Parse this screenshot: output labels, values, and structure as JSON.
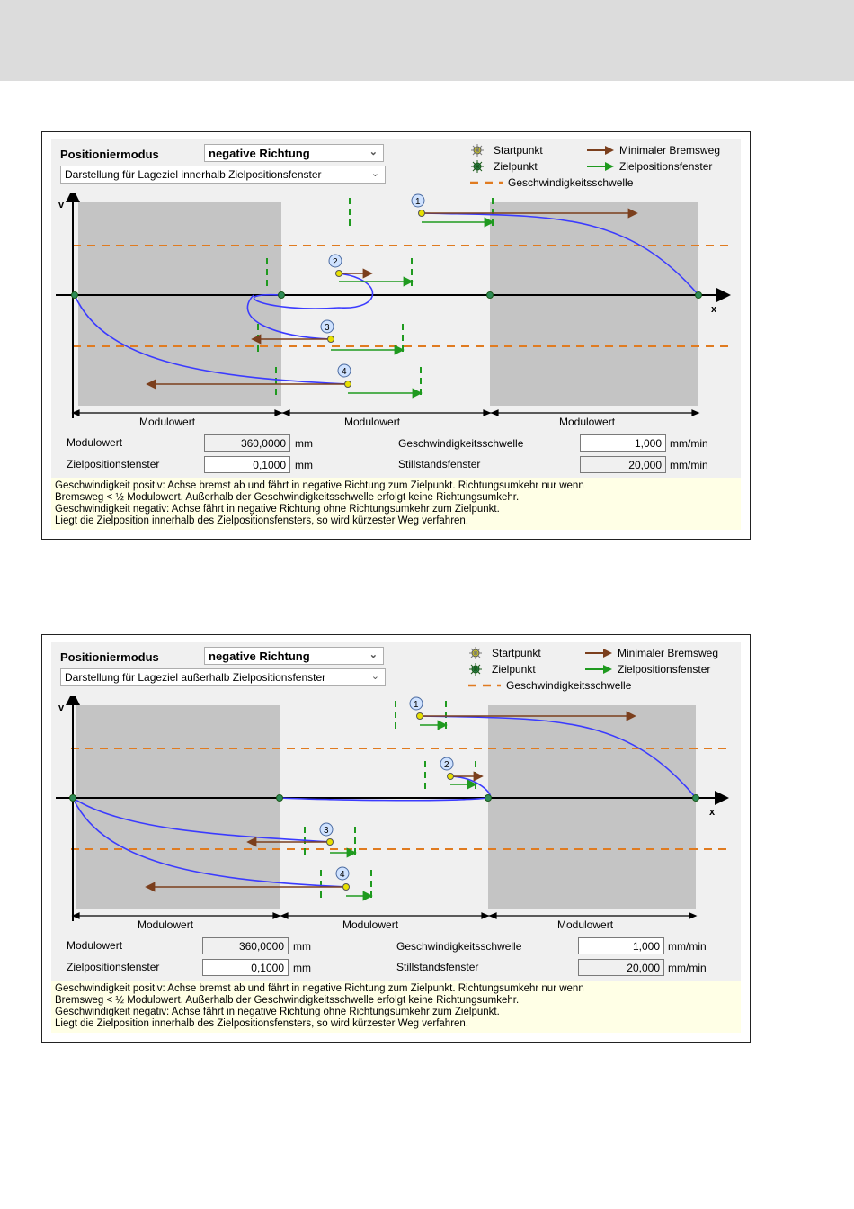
{
  "panels": [
    {
      "mode_label": "Positioniermodus",
      "mode_value": "negative Richtung",
      "view_value": "Darstellung für Lageziel innerhalb Zielpositionsfenster",
      "legend": {
        "start": "Startpunkt",
        "target": "Zielpunkt",
        "brake": "Minimaler Bremsweg",
        "window": "Zielpositionsfenster",
        "threshold": "Geschwindigkeitsschwelle"
      },
      "axis_y": "v",
      "axis_x": "x",
      "markers": [
        "1",
        "2",
        "3",
        "4"
      ],
      "segments": [
        "Modulowert",
        "Modulowert",
        "Modulowert"
      ],
      "fields": {
        "modulo_label": "Modulowert",
        "modulo_value": "360,0000",
        "modulo_unit": "mm",
        "window_label": "Zielpositionsfenster",
        "window_value": "0,1000",
        "window_unit": "mm",
        "speed_label": "Geschwindigkeitsschwelle",
        "speed_value": "1,000",
        "speed_unit": "mm/min",
        "still_label": "Stillstandsfenster",
        "still_value": "20,000",
        "still_unit": "mm/min"
      },
      "info": [
        "Geschwindigkeit positiv: Achse bremst ab und fährt in negative Richtung zum Zielpunkt. Richtungsumkehr nur wenn",
        "Bremsweg < ½ Modulowert. Außerhalb der Geschwindigkeitsschwelle erfolgt keine Richtungsumkehr.",
        "Geschwindigkeit negativ: Achse fährt in negative Richtung ohne Richtungsumkehr zum Zielpunkt.",
        "Liegt die Zielposition innerhalb des Zielpositionsfensters, so wird kürzester Weg verfahren."
      ]
    },
    {
      "mode_label": "Positioniermodus",
      "mode_value": "negative Richtung",
      "view_value": "Darstellung für Lageziel außerhalb Zielpositionsfenster",
      "legend": {
        "start": "Startpunkt",
        "target": "Zielpunkt",
        "brake": "Minimaler Bremsweg",
        "window": "Zielpositionsfenster",
        "threshold": "Geschwindigkeitsschwelle"
      },
      "axis_y": "v",
      "axis_x": "x",
      "markers": [
        "1",
        "2",
        "3",
        "4"
      ],
      "segments": [
        "Modulowert",
        "Modulowert",
        "Modulowert"
      ],
      "fields": {
        "modulo_label": "Modulowert",
        "modulo_value": "360,0000",
        "modulo_unit": "mm",
        "window_label": "Zielpositionsfenster",
        "window_value": "0,1000",
        "window_unit": "mm",
        "speed_label": "Geschwindigkeitsschwelle",
        "speed_value": "1,000",
        "speed_unit": "mm/min",
        "still_label": "Stillstandsfenster",
        "still_value": "20,000",
        "still_unit": "mm/min"
      },
      "info": [
        "Geschwindigkeit positiv: Achse bremst ab und fährt in negative Richtung zum Zielpunkt. Richtungsumkehr nur wenn",
        "Bremsweg < ½ Modulowert. Außerhalb der Geschwindigkeitsschwelle erfolgt keine Richtungsumkehr.",
        "Geschwindigkeit negativ: Achse fährt in negative Richtung ohne Richtungsumkehr zum Zielpunkt.",
        "Liegt die Zielposition innerhalb des Zielpositionsfensters, so wird kürzester Weg verfahren."
      ]
    }
  ],
  "colors": {
    "path": "#3b3bff",
    "brake": "#7b3f1d",
    "window": "#1f9a1f",
    "threshold": "#e07b20",
    "region": "#c4c4c4",
    "start_marker": "#e8e000",
    "target_marker": "#2e8b57",
    "info_bg": "#ffffe6"
  }
}
